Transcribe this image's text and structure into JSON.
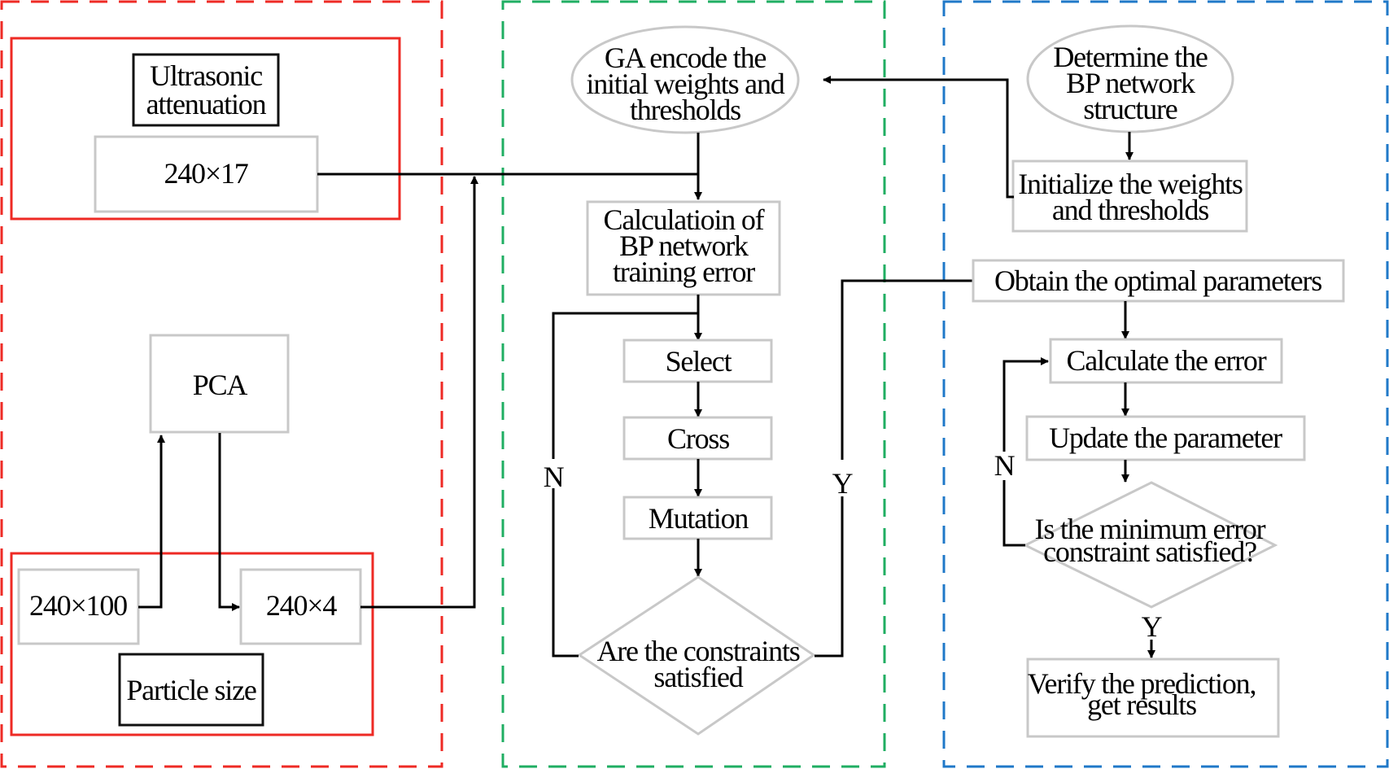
{
  "diagram": {
    "colors": {
      "preprocess_group": "#ee2a24",
      "ga_group": "#1fae62",
      "bp_group": "#1f78c8",
      "node_border": "#c8c8c8",
      "connector": "#000000"
    },
    "preprocess": {
      "ultrasonic_label": [
        "Ultrasonic",
        "attenuation"
      ],
      "ultrasonic_matrix": "240×17",
      "pca": "PCA",
      "particle_raw_matrix": "240×100",
      "particle_reduced_matrix": "240×4",
      "particle_label": "Particle size"
    },
    "ga": {
      "encode": [
        "GA encode the",
        "initial weights and",
        "thresholds"
      ],
      "calc_error": [
        "Calculatioin of",
        "BP network",
        "training error"
      ],
      "select": "Select",
      "cross": "Cross",
      "mutation": "Mutation",
      "decision": [
        "Are the constraints",
        "satisfied"
      ],
      "no_label": "N",
      "yes_label": "Y"
    },
    "bp": {
      "determine": [
        "Determine the",
        "BP network",
        "structure"
      ],
      "initialize": [
        "Initialize the weights",
        "and thresholds"
      ],
      "obtain": "Obtain the optimal parameters",
      "calc_error": "Calculate the error",
      "update": "Update the parameter",
      "decision": [
        "Is the minimum error",
        "constraint satisfied?"
      ],
      "no_label": "N",
      "yes_label": "Y",
      "verify": [
        "Verify the prediction,",
        "get results"
      ]
    }
  }
}
